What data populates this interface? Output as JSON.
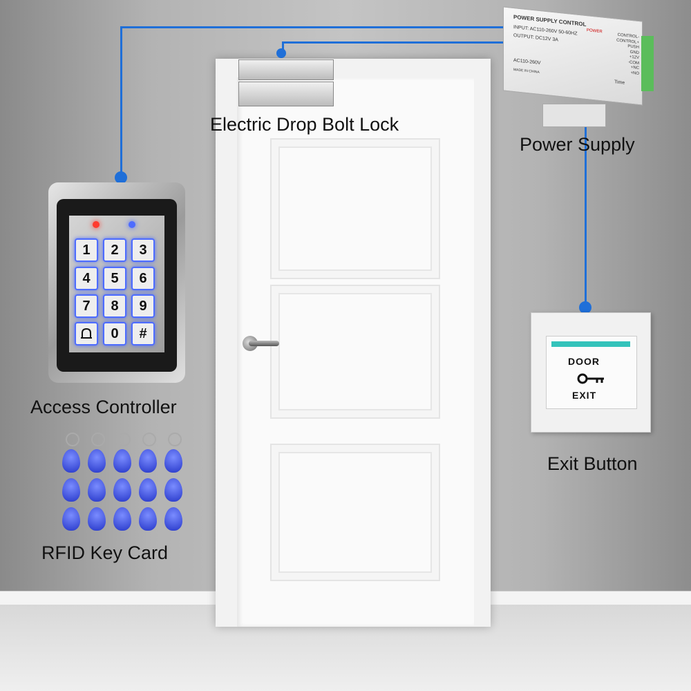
{
  "labels": {
    "lock": "Electric Drop Bolt Lock",
    "power_supply": "Power Supply",
    "access_controller": "Access Controller",
    "exit_button": "Exit Button",
    "rfid": "RFID Key Card"
  },
  "power_supply_panel": {
    "title": "POWER SUPPLY CONTROL",
    "input": "INPUT: AC110-260V 50-60HZ",
    "output": "OUTPUT: DC12V 3A",
    "ac": "AC110-260V",
    "made": "MADE IN CHINA",
    "power": "POWER",
    "time": "Time",
    "terminals": [
      "CONTROL-",
      "CONTROL+",
      "PUSH",
      "GND",
      "+12V",
      "-COM",
      "+NC",
      "+NO"
    ]
  },
  "keypad": {
    "keys": [
      "1",
      "2",
      "3",
      "4",
      "5",
      "6",
      "7",
      "8",
      "9",
      "",
      "0",
      "#"
    ],
    "bell_icon": "bell-icon"
  },
  "exit_plate": {
    "top": "DOOR",
    "bottom": "EXIT",
    "key_icon": "key-icon"
  },
  "colors": {
    "wire": "#1f6fd8",
    "key_glow": "#4d6cff",
    "fob": "#2536c8",
    "exit_stripe": "#34c3bb"
  }
}
